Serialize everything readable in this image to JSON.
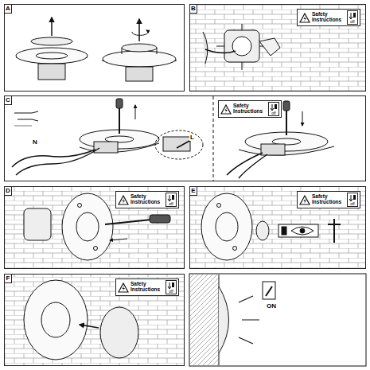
{
  "diagram": {
    "nodes": [
      {
        "text": [
          "A"
        ]
      },
      {
        "text": [
          "B"
        ]
      },
      {
        "text": [
          "Safety Instructions",
          "off"
        ],
        "in": 1
      },
      {
        "text": [
          "C"
        ]
      },
      {
        "text": [
          "Safety Instructions",
          "off"
        ],
        "in": 3
      },
      {
        "text": [
          "D"
        ]
      },
      {
        "text": [
          "Safety Instructions",
          "off"
        ],
        "in": 5
      },
      {
        "text": [
          "E"
        ]
      },
      {
        "text": [
          "Safety Instructions",
          "off"
        ],
        "in": 7
      },
      {
        "text": [
          "F"
        ]
      },
      {
        "text": [
          "Safety Instructions",
          "off"
        ],
        "in": 9
      }
    ],
    "labels": [
      "N",
      "L",
      "ON"
    ]
  }
}
